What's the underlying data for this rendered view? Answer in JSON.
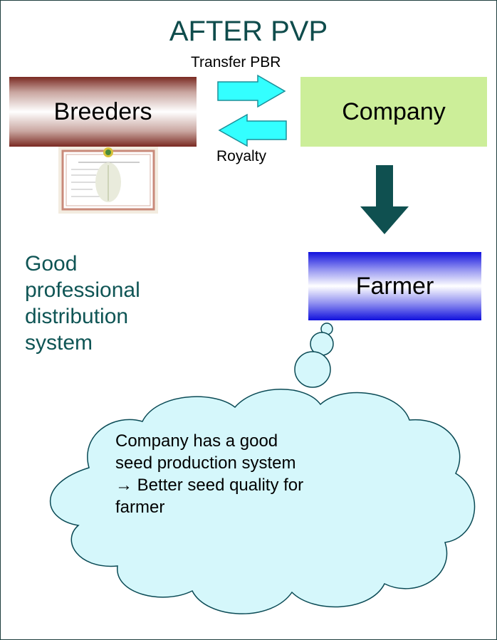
{
  "slide": {
    "title": "AFTER PVP",
    "transfer_label": "Transfer PBR",
    "royalty_label": "Royalty",
    "breeders_label": "Breeders",
    "company_label": "Company",
    "farmer_label": "Farmer",
    "side_text_lines": [
      "Good",
      "professional",
      "distribution",
      "system"
    ],
    "cloud_lines": [
      "Company has a good",
      "seed production system",
      "→ Better seed quality for",
      "farmer"
    ]
  },
  "colors": {
    "title": "#0f4c4c",
    "arrow_cyan": "#33ffff",
    "arrow_dark": "#0f5050",
    "company_fill": "#ccee99",
    "cloud_fill": "#d5f7fb"
  },
  "icons": {
    "certificate": "certificate-icon"
  }
}
